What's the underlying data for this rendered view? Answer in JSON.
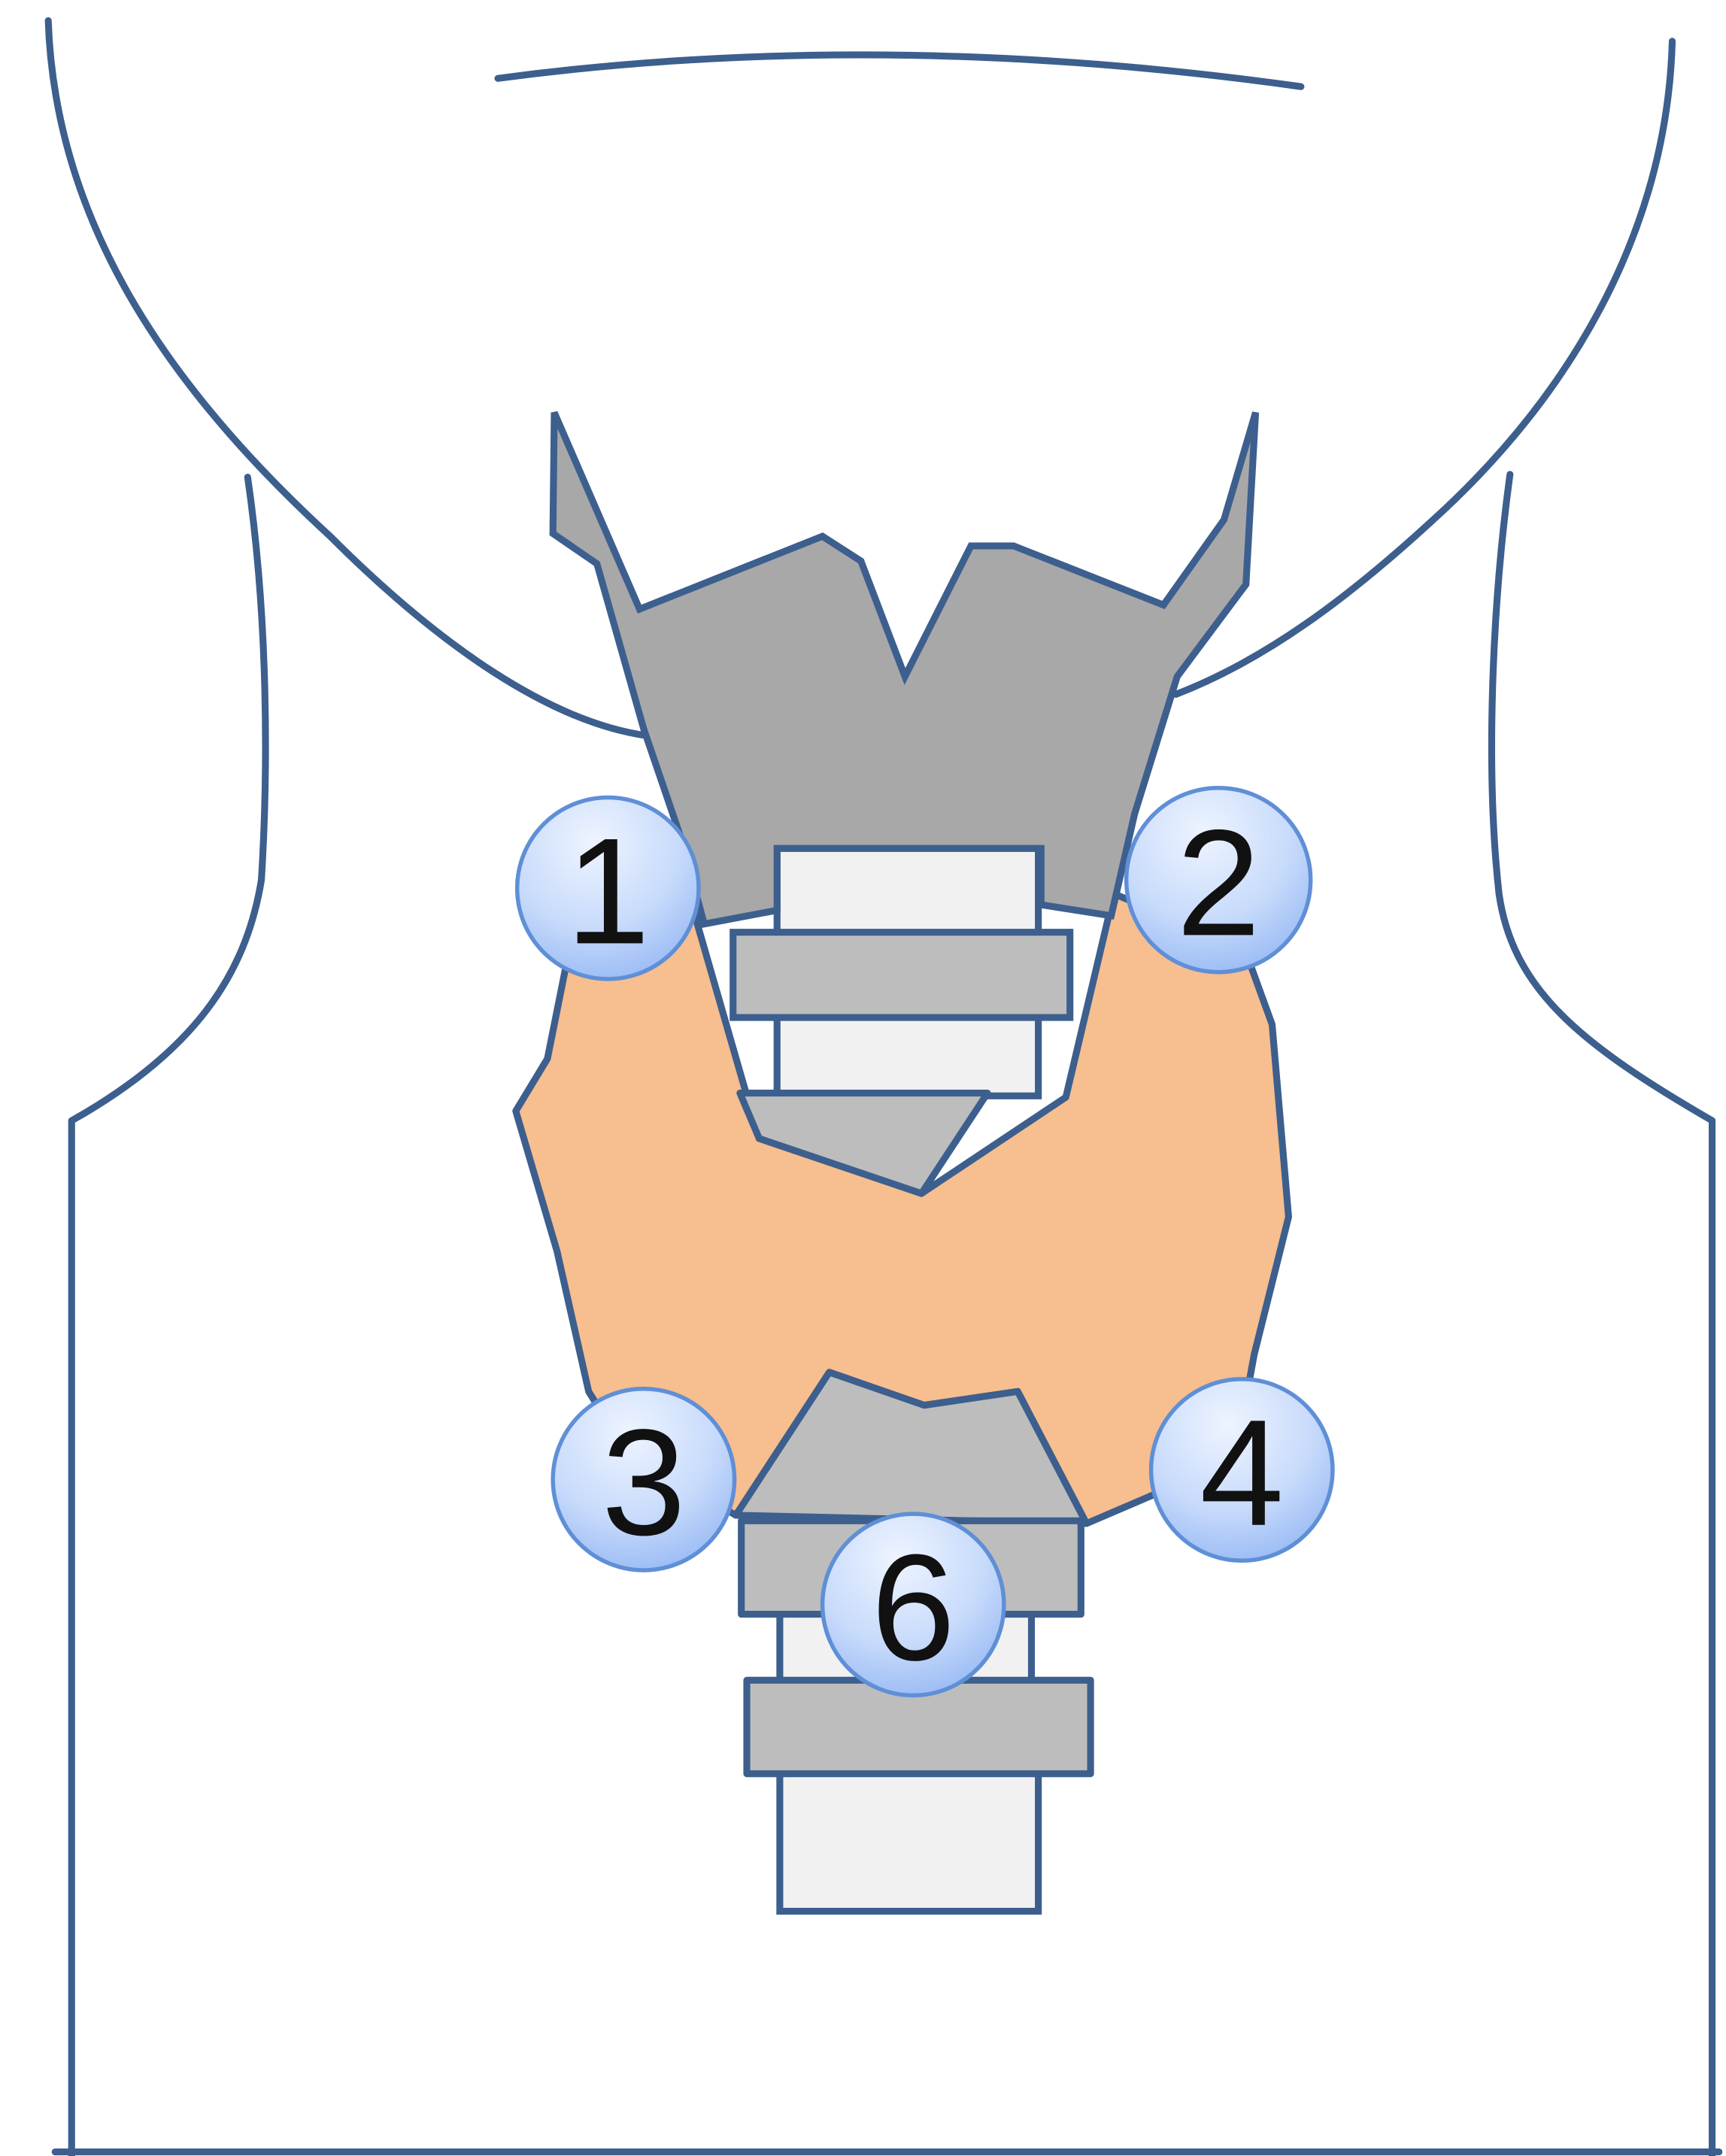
{
  "colors": {
    "outline": "#3d5f8e",
    "cartilage": "#a8a8a8",
    "trachea_ring": "#bdbdbd",
    "trachea_light": "#f1f1f1",
    "thyroid": "#f7be8f",
    "marker_top": "#e9f1ff",
    "marker_bottom": "#9dbff6"
  },
  "markers": [
    {
      "id": "1",
      "label": "1"
    },
    {
      "id": "2",
      "label": "2"
    },
    {
      "id": "3",
      "label": "3"
    },
    {
      "id": "4",
      "label": "4"
    },
    {
      "id": "6",
      "label": "6"
    }
  ]
}
